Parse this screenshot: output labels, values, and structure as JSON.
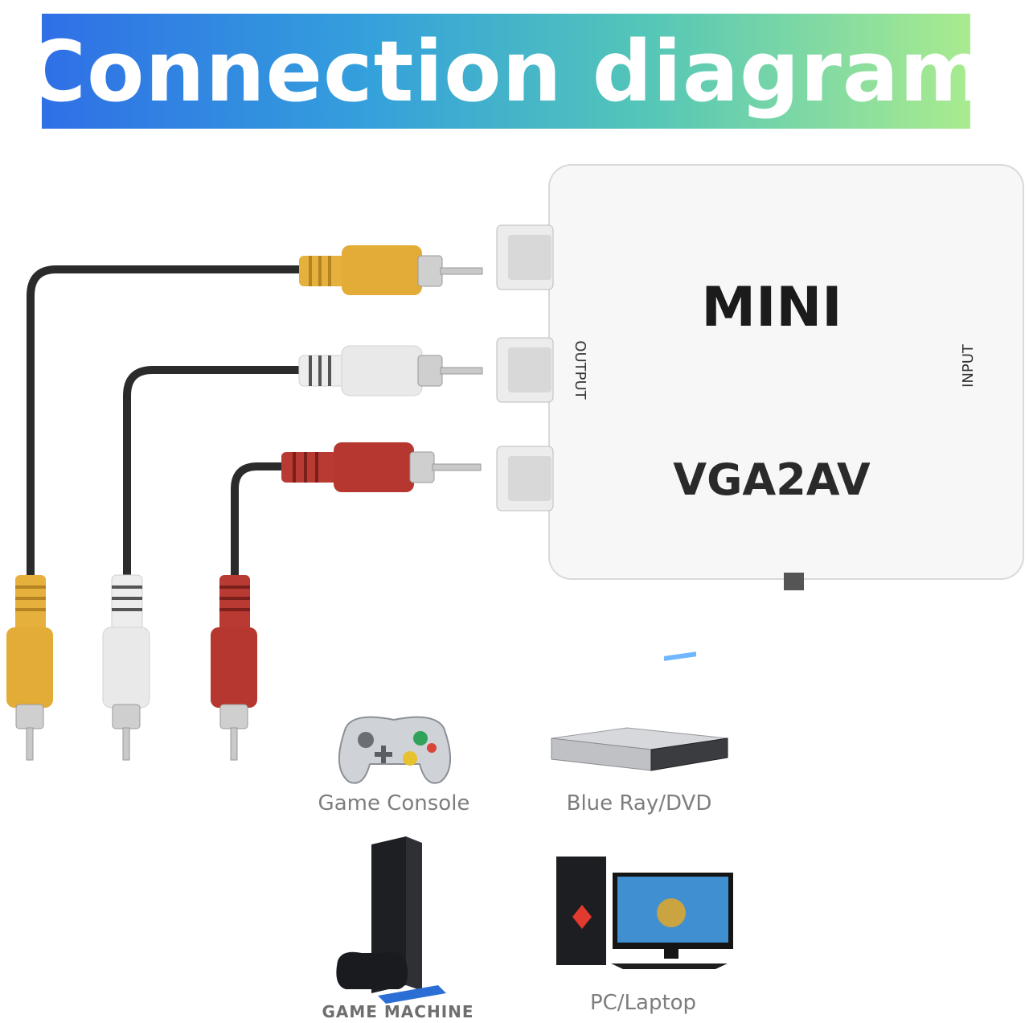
{
  "banner": {
    "title": "Connection diagram"
  },
  "device": {
    "brand": "MINI",
    "model": "VGA2AV",
    "output_label": "OUTPUT",
    "input_label": "INPUT"
  },
  "cables": [
    {
      "color_name": "yellow",
      "color": "#e6b03c"
    },
    {
      "color_name": "white",
      "color": "#ececec"
    },
    {
      "color_name": "red",
      "color": "#b83a33"
    }
  ],
  "devices": [
    {
      "label": "Game Console",
      "icon": "gamepad-icon"
    },
    {
      "label": "Blue Ray/DVD",
      "icon": "dvd-player-icon"
    },
    {
      "label": "GAME MACHINE",
      "icon": "game-machine-icon"
    },
    {
      "label": "PC/Laptop",
      "icon": "pc-icon"
    }
  ],
  "colors": {
    "banner_start": "#2f6fe6",
    "banner_end": "#a9eb8f",
    "cable": "#2b2b2b"
  }
}
